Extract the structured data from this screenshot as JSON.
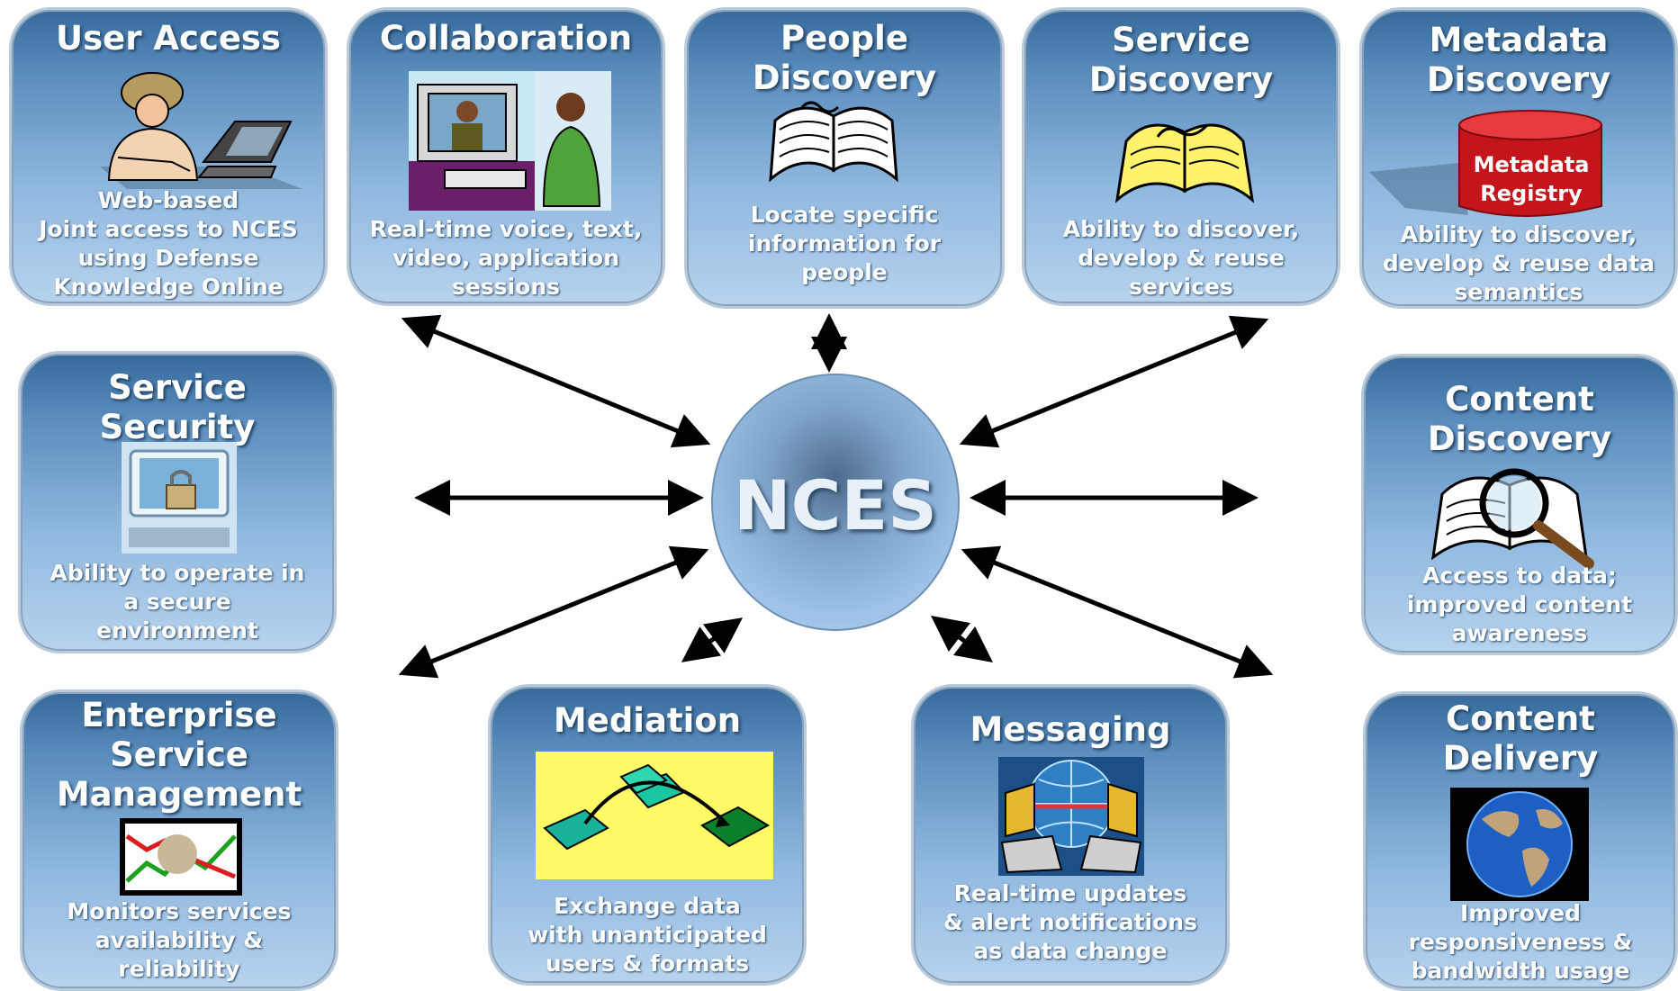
{
  "hub": {
    "label": "NCES"
  },
  "boxes": {
    "user_access": {
      "title": "User Access",
      "desc": [
        "Web-based",
        "Joint access to NCES",
        "using Defense",
        "Knowledge Online"
      ]
    },
    "collaboration": {
      "title": "Collaboration",
      "desc": [
        "Real-time voice, text,",
        "video, application",
        "sessions"
      ]
    },
    "people_discovery": {
      "title": [
        "People",
        "Discovery"
      ],
      "desc": [
        "Locate specific",
        "information for",
        "people"
      ]
    },
    "service_discovery": {
      "title": [
        "Service",
        "Discovery"
      ],
      "desc": [
        "Ability to discover,",
        "develop & reuse",
        "services"
      ]
    },
    "metadata_discovery": {
      "title": [
        "Metadata",
        "Discovery"
      ],
      "desc": [
        "Ability to discover,",
        "develop & reuse data",
        "semantics"
      ],
      "cylinder_label": [
        "Metadata",
        "Registry"
      ]
    },
    "service_security": {
      "title": [
        "Service",
        "Security"
      ],
      "desc": [
        "Ability to operate in",
        "a secure",
        "environment"
      ]
    },
    "content_discovery": {
      "title": [
        "Content",
        "Discovery"
      ],
      "desc": [
        "Access to data;",
        "improved content",
        "awareness"
      ]
    },
    "esm": {
      "title": [
        "Enterprise",
        "Service",
        "Management"
      ],
      "desc": [
        "Monitors services",
        "availability &",
        "reliability"
      ]
    },
    "mediation": {
      "title": "Mediation",
      "desc": [
        "Exchange data",
        "with unanticipated",
        "users & formats"
      ]
    },
    "messaging": {
      "title": "Messaging",
      "desc": [
        "Real-time updates",
        "& alert notifications",
        "as data change"
      ]
    },
    "content_delivery": {
      "title": [
        "Content",
        "Delivery"
      ],
      "desc": [
        "Improved",
        "responsiveness &",
        "bandwidth usage"
      ]
    }
  },
  "colors": {
    "box_top": "#356a9b",
    "box_bottom": "#b7d3ee",
    "arrow": "#000000",
    "hub": "#9cc1e6",
    "mediation_bg": "#fffb66",
    "cylinder": "#c4151c"
  }
}
